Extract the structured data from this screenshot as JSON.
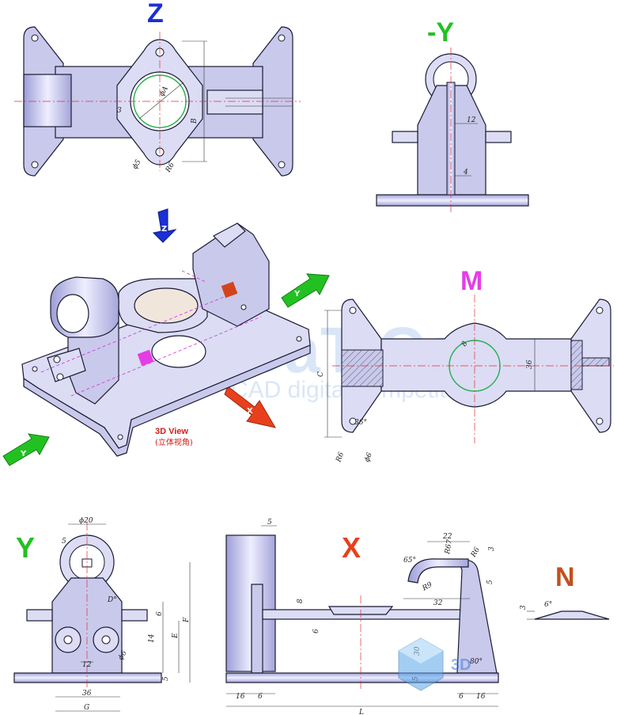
{
  "views": {
    "z": {
      "title": "Z",
      "color": "#1a2fd6"
    },
    "neg_y": {
      "title": "-Y",
      "color": "#22c122"
    },
    "m": {
      "title": "M",
      "color": "#e63ce6"
    },
    "y": {
      "title": "Y",
      "color": "#22c122"
    },
    "x": {
      "title": "X",
      "color": "#e8401c"
    },
    "n": {
      "title": "N",
      "color": "#c4501c"
    }
  },
  "view_3d": {
    "label": "3D View",
    "sublabel": "(立体视角)",
    "color": "#d0201c"
  },
  "arrows": {
    "z": "Z",
    "x": "X",
    "y": "Y",
    "y2": "Y"
  },
  "watermark": {
    "brand": "CaTICs",
    "tagline": "CAD digital competition",
    "logo_text": "3D"
  },
  "dims": {
    "z": {
      "d_a": "ϕA",
      "three": "3",
      "b": "B",
      "d5": "ϕ5",
      "r6": "R6"
    },
    "neg_y": {
      "twelve": "12",
      "four": "4"
    },
    "m": {
      "eight": "8",
      "c": "C",
      "thirty_six": "36",
      "angle": "36°",
      "r6": "R6",
      "d6": "ϕ6"
    },
    "y": {
      "d20": "ϕ20",
      "five": "5",
      "d_deg": "D°",
      "six": "6",
      "fourteen": "14",
      "d6": "ϕ6",
      "e": "E",
      "f": "F",
      "twelve": "12",
      "five_b": "5",
      "thirty_six": "36",
      "g": "G"
    },
    "x": {
      "five": "5",
      "twenty_two": "22",
      "r67": "R67",
      "r6": "R6",
      "three": "3",
      "sixty_five": "65°",
      "r9": "R9",
      "five_b": "5",
      "thirty_two": "32",
      "eight": "8",
      "six": "6",
      "thirty": "30",
      "eighty": "80°",
      "sixteen_l": "16",
      "six_l": "6",
      "six_r": "6",
      "sixteen_r": "16",
      "l": "L",
      "five_c": "5"
    },
    "n": {
      "three": "3",
      "six_deg": "6°"
    }
  }
}
